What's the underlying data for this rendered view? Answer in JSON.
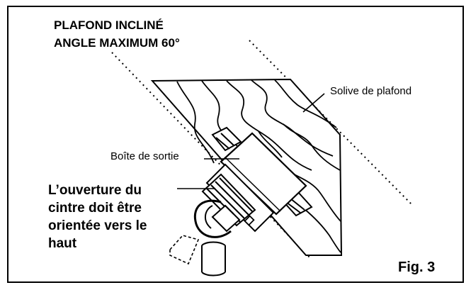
{
  "title": {
    "line1": "PLAFOND INCLINÉ",
    "line2": "ANGLE MAXIMUM 60°"
  },
  "labels": {
    "joist": "Solive de plafond",
    "outlet_box": "Boîte de sortie"
  },
  "note": {
    "line1": "L’ouverture du",
    "line2": "cintre doit être",
    "line3": "orientée vers le",
    "line4": "haut"
  },
  "figure_label": "Fig. 3"
}
